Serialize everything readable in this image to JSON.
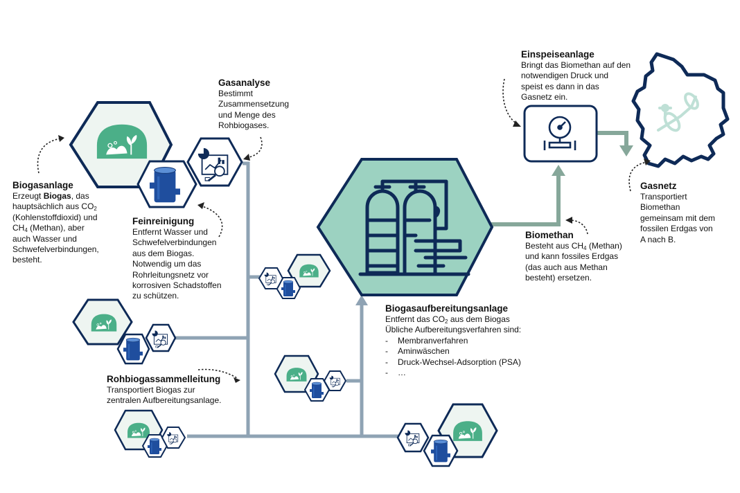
{
  "colors": {
    "navy": "#0E2A57",
    "pipe_grey": "#8FA3B4",
    "biomethan_green": "#86A79A",
    "hex_fill_light": "#EEF5F1",
    "hex_fill_center": "#9CD2C1",
    "dome_green": "#4BAF88",
    "tank_blue": "#1F4E9E"
  },
  "icons": {
    "biogas_plant": "biogas-dome-icon",
    "purification": "blue-tank-icon",
    "gas_analysis": "analysis-monitor-icon",
    "upgrading_plant": "column-plant-icon",
    "feed_in_station": "pressure-gauge-icon",
    "gas_grid": "germany-map-pipeline-icon"
  },
  "labels": {
    "biogasanlage": {
      "title": "Biogasanlage",
      "l1": "Erzeugt ",
      "l1b": "Biogas",
      "l1c": ", das",
      "l2": "hauptsächlich aus CO",
      "l2sub": "2",
      "l3": "(Kohlenstoffdioxid)  und",
      "l4": "CH",
      "l4sub": "4",
      "l4c": " (Methan),  aber",
      "l5": "auch Wasser und",
      "l6": "Schwefelverbindungen,",
      "l7": "besteht."
    },
    "gasanalyse": {
      "title": "Gasanalyse",
      "l1": "Bestimmt",
      "l2": "Zusammensetzung",
      "l3": "und Menge des",
      "l4": "Rohbiogases."
    },
    "feinreinigung": {
      "title": "Feinreinigung",
      "l1": "Entfernt Wasser und",
      "l2": "Schwefelverbindungen",
      "l3": "aus dem Biogas.",
      "l4": "Notwendig um das",
      "l5": "Rohrleitungsnetz vor",
      "l6": "korrosiven  Schadstoffen",
      "l7": "zu schützen."
    },
    "rohbiogas": {
      "title": "Rohbiogassammelleitung",
      "l1": "Transportiert  Biogas zur",
      "l2": "zentralen Aufbereitungsanlage."
    },
    "aufbereitung": {
      "title": "Biogasaufbereitungsanlage",
      "l1": "Entfernt das CO",
      "l1sub": "2",
      "l1c": " aus dem Biogas",
      "l2": "Übliche Aufbereitungsverfahren  sind:",
      "dash": "-",
      "b1": "Membranverfahren",
      "b2": "Aminwäschen",
      "b3": "Druck-Wechsel-Adsorption  (PSA)",
      "b4": "…"
    },
    "biomethan": {
      "title": "Biomethan",
      "l1": "Besteht aus CH",
      "l1sub": "4",
      "l1c": " (Methan)",
      "l2": "und kann fossiles Erdgas",
      "l3": "(das auch aus Methan",
      "l4": "besteht) ersetzen."
    },
    "einspeise": {
      "title": "Einspeiseanlage",
      "l1": "Bringt das Biomethan auf den",
      "l2": "notwendigen  Druck und",
      "l3": "speist es dann in das",
      "l4": "Gasnetz ein."
    },
    "gasnetz": {
      "title": "Gasnetz",
      "l1": "Transportiert",
      "l2": "Biomethan",
      "l3": "gemeinsam mit dem",
      "l4": "fossilen Erdgas von",
      "l5": "A nach B."
    }
  }
}
